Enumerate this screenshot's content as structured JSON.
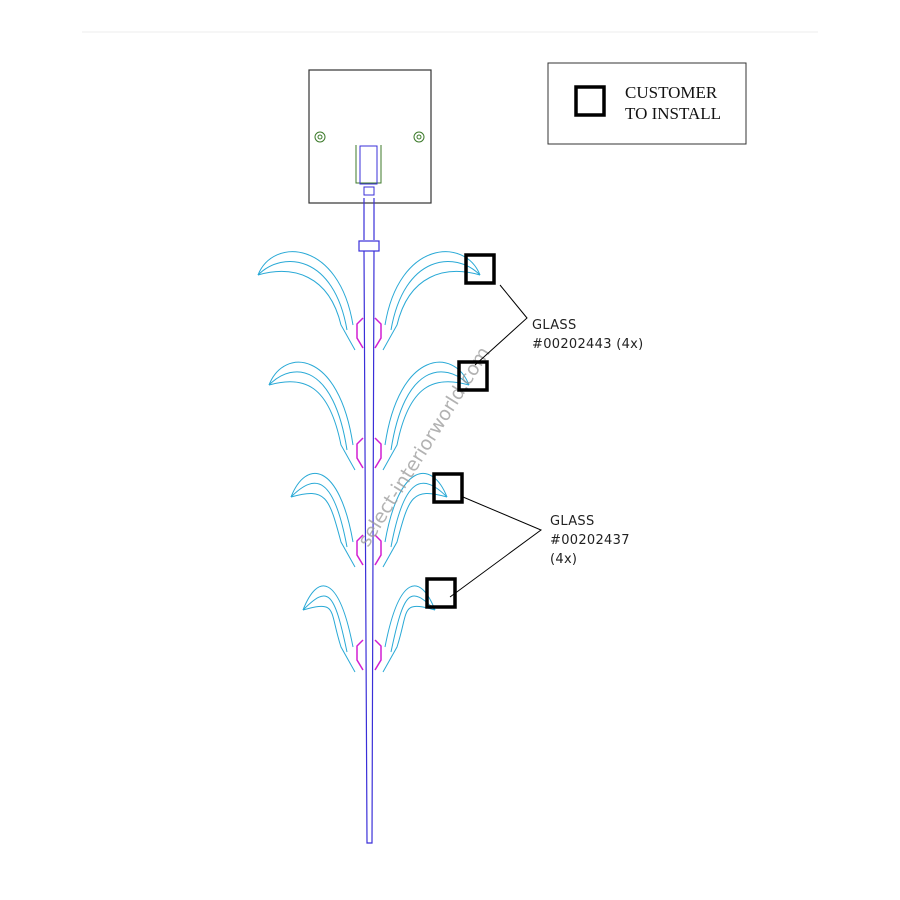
{
  "legend": {
    "line1": "CUSTOMER",
    "line2": "TO INSTALL"
  },
  "callouts": [
    {
      "title": "GLASS",
      "part": "#00202443 (4x)",
      "qty": ""
    },
    {
      "title": "GLASS",
      "part": "#00202437",
      "qty": "(4x)"
    }
  ],
  "watermark": "select-interiorworld.com",
  "colors": {
    "glass": "#29a9d6",
    "rod": "#3a2fd8",
    "bracket": "#d21fd2",
    "canopy_screws": "#3c7a2a",
    "outline": "#222222"
  }
}
